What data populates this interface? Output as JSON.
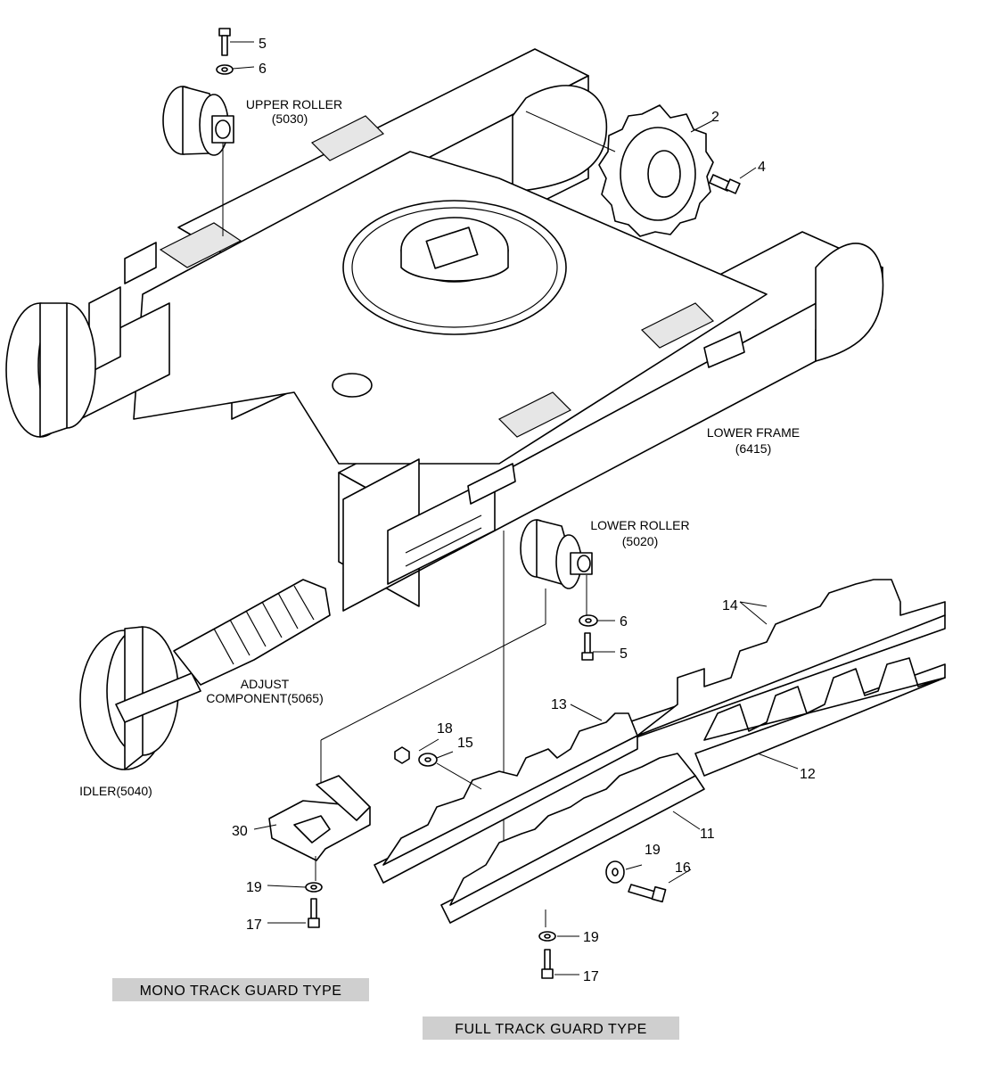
{
  "labels": {
    "upper_roller": "UPPER ROLLER",
    "upper_roller_code": "(5030)",
    "lower_frame": "LOWER FRAME",
    "lower_frame_code": "(6415)",
    "lower_roller": "LOWER ROLLER",
    "lower_roller_code": "(5020)",
    "adjust_line1": "ADJUST",
    "adjust_line2": "COMPONENT(5065)",
    "idler": "IDLER(5040)"
  },
  "callouts": {
    "c2": "2",
    "c4": "4",
    "c5a": "5",
    "c6a": "6",
    "c6b": "6",
    "c5b": "5",
    "c14": "14",
    "c13": "13",
    "c12": "12",
    "c11": "11",
    "c18": "18",
    "c15": "15",
    "c30": "30",
    "c19a": "19",
    "c17a": "17",
    "c19b": "19",
    "c16": "16",
    "c19c": "19",
    "c17b": "17"
  },
  "banners": {
    "mono": "MONO TRACK GUARD TYPE",
    "full": "FULL TRACK GUARD TYPE"
  }
}
